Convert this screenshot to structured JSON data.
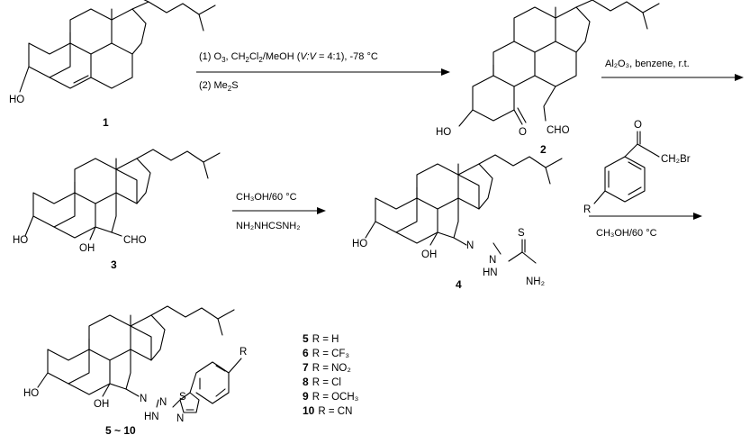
{
  "compounds": {
    "c1": "1",
    "c2": "2",
    "c3": "3",
    "c4": "4",
    "c5_10": "5 ~ 10"
  },
  "steps": {
    "s1_line1": {
      "pre": "(1) O",
      "s1": "3",
      "m1": ", CH",
      "s2": "2",
      "m2": "Cl",
      "s3": "2",
      "m3": "/MeOH (",
      "v": "V:V",
      "post": " = 4:1), -78 °C"
    },
    "s1_line2": {
      "pre": "(2) Me",
      "s1": "2",
      "post": "S"
    },
    "s2": "Al₂O₃, benzene, r.t.",
    "s3_line1": "CH₃OH/60 °C",
    "s3_line2": "NH₂NHCSNH₂",
    "s4_reagent": "CH₂Br",
    "s4_R": "R",
    "s4_cond": "CH₃OH/60 °C"
  },
  "atoms": {
    "HO": "HO",
    "OH": "OH",
    "O": "O",
    "CHO": "CHO",
    "N": "N",
    "NH2": "NH₂",
    "HN": "HN",
    "S": "S",
    "R": "R"
  },
  "r_groups": [
    {
      "num": "5",
      "label": "R = H"
    },
    {
      "num": "6",
      "label": "R = CF₃"
    },
    {
      "num": "7",
      "label": "R = NO₂"
    },
    {
      "num": "8",
      "label": "R = Cl"
    },
    {
      "num": "9",
      "label": "R = OCH₃"
    },
    {
      "num": "10",
      "label": "R = CN"
    }
  ]
}
